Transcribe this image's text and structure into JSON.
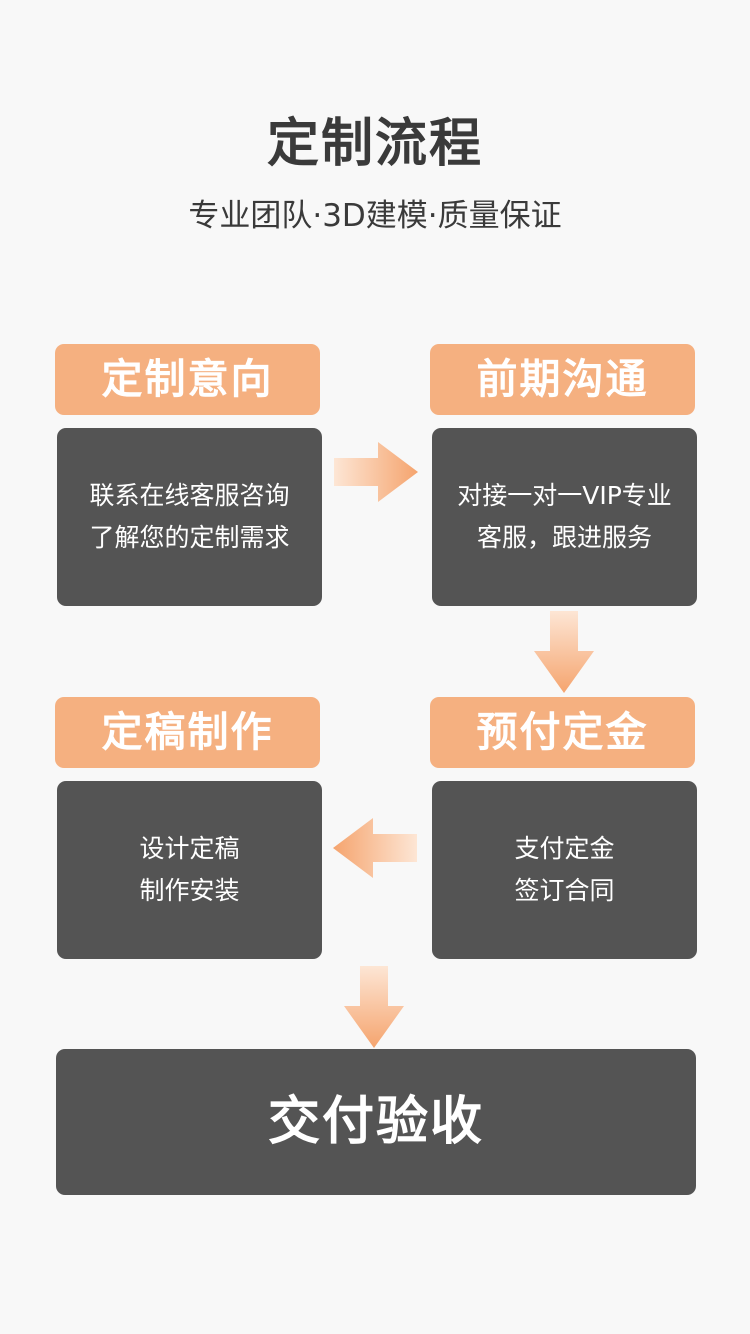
{
  "header": {
    "title": "定制流程",
    "subtitle": "专业团队·3D建模·质量保证"
  },
  "steps": [
    {
      "title": "定制意向",
      "lines": [
        "联系在线客服咨询",
        "了解您的定制需求"
      ]
    },
    {
      "title": "前期沟通",
      "lines": [
        "对接一对一VIP专业",
        "客服，跟进服务"
      ]
    },
    {
      "title": "预付定金",
      "lines": [
        "支付定金",
        "签订合同"
      ]
    },
    {
      "title": "定稿制作",
      "lines": [
        "设计定稿",
        "制作安装"
      ]
    }
  ],
  "final_step": {
    "title": "交付验收"
  },
  "colors": {
    "background": "#f8f8f8",
    "header_accent": "#f5b080",
    "box_dark": "#545454",
    "title_text": "#3a3a3a",
    "arrow_gradient_start": "#fde6d5",
    "arrow_gradient_end": "#f5a46e"
  }
}
